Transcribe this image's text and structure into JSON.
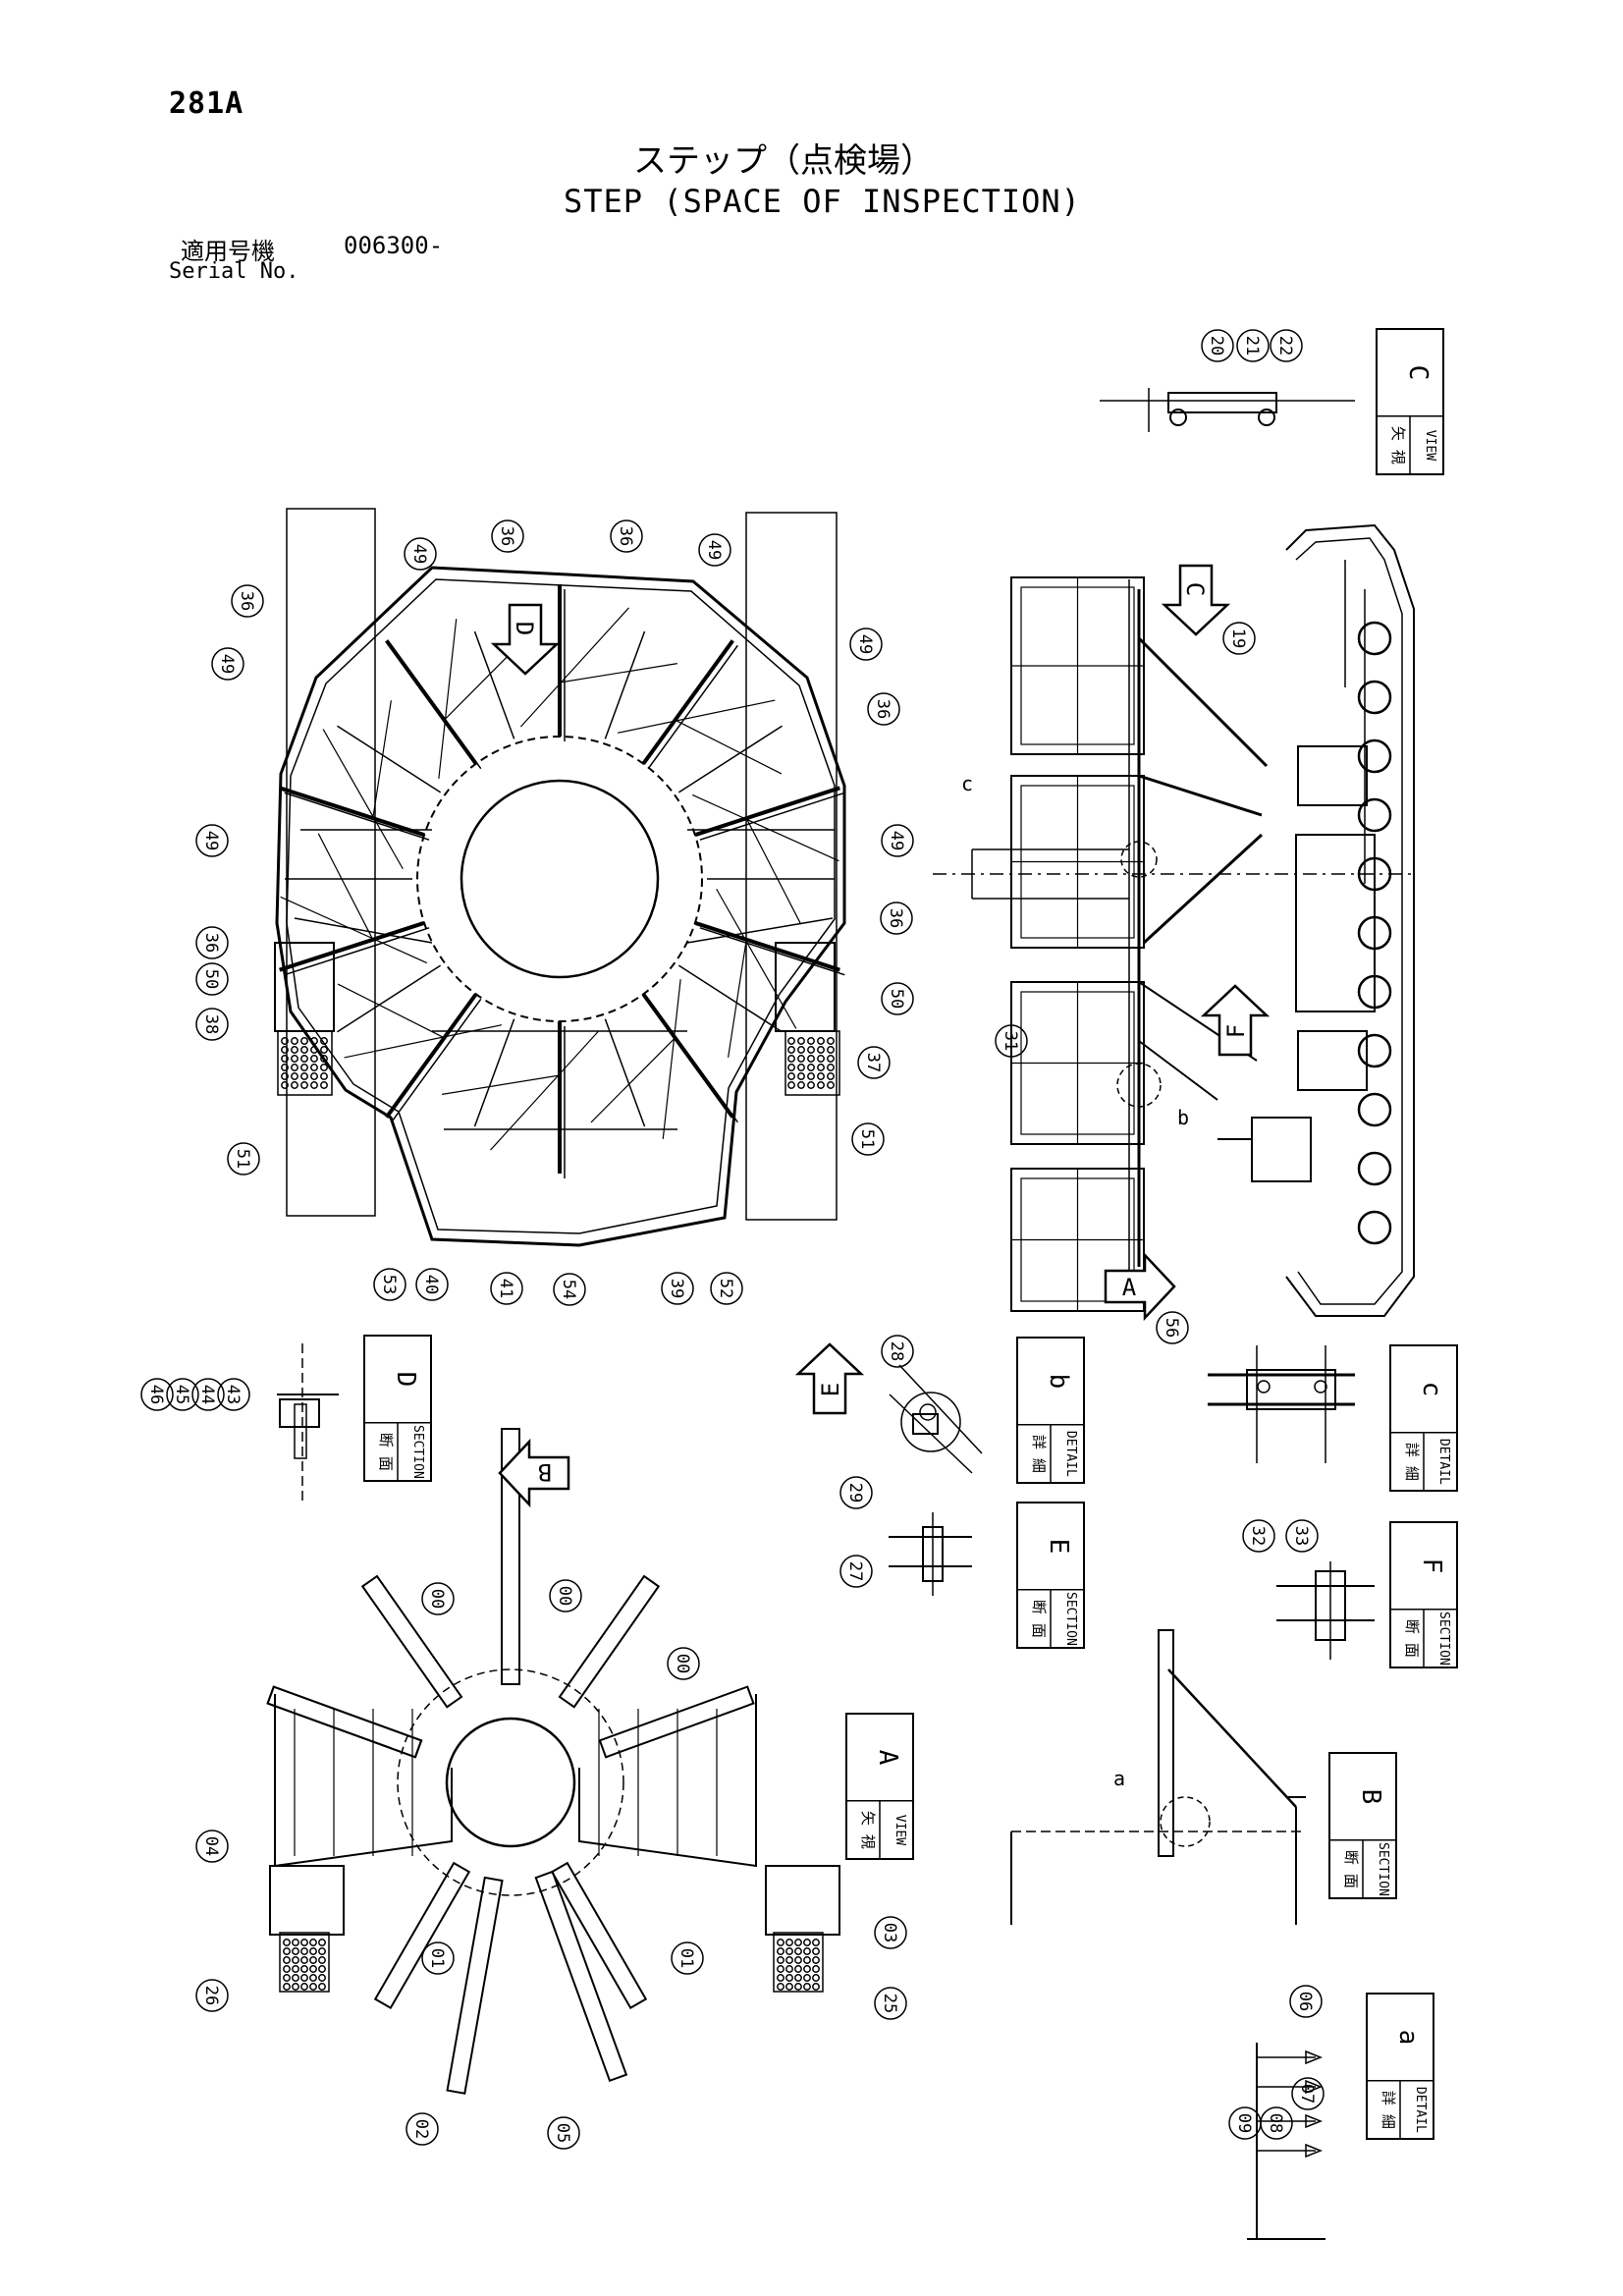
{
  "page_number": "281A",
  "title_jp": "ステップ（点検場）",
  "title_en": "STEP (SPACE OF INSPECTION)",
  "serial": {
    "label_jp": "適用号機",
    "value": "006300-",
    "label_en": "Serial No."
  },
  "view_labels": [
    {
      "jp": "矢 視",
      "en": "VIEW",
      "letter": "C"
    },
    {
      "jp": "断 面",
      "en": "SECTION",
      "letter": "D"
    },
    {
      "jp": "詳 細",
      "en": "DETAIL",
      "letter": "b"
    },
    {
      "jp": "詳 細",
      "en": "DETAIL",
      "letter": "c"
    },
    {
      "jp": "断 面",
      "en": "SECTION",
      "letter": "E"
    },
    {
      "jp": "断 面",
      "en": "SECTION",
      "letter": "F"
    },
    {
      "jp": "矢 視",
      "en": "VIEW",
      "letter": "A"
    },
    {
      "jp": "断 面",
      "en": "SECTION",
      "letter": "B"
    },
    {
      "jp": "詳 細",
      "en": "DETAIL",
      "letter": "a"
    }
  ],
  "arrows": [
    "C",
    "D",
    "F",
    "A",
    "E",
    "B"
  ],
  "detail_refs": [
    "c",
    "b",
    "a"
  ],
  "callouts": [
    "20",
    "21",
    "22",
    "36",
    "49",
    "50",
    "38",
    "51",
    "53",
    "40",
    "41",
    "54",
    "39",
    "52",
    "37",
    "19",
    "31",
    "56",
    "43",
    "44",
    "45",
    "46",
    "28",
    "29",
    "27",
    "32",
    "33",
    "00",
    "01",
    "02",
    "03",
    "04",
    "05",
    "25",
    "26",
    "06",
    "07",
    "08",
    "09"
  ]
}
